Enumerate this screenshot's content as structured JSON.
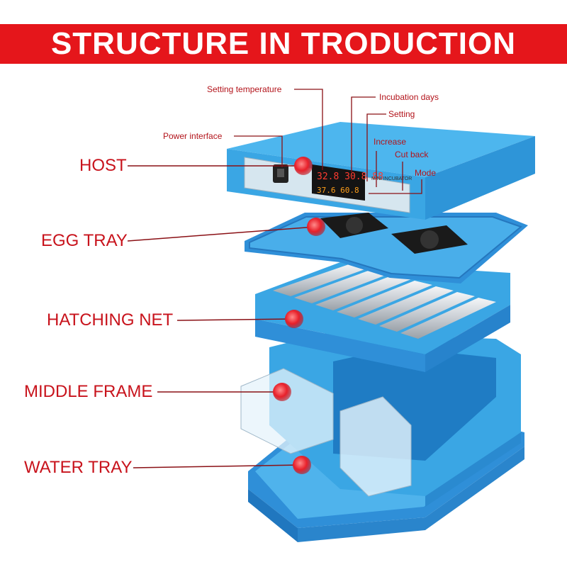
{
  "title": "STRUCTURE IN TRODUCTION",
  "components": [
    {
      "label": "HOST"
    },
    {
      "label": "EGG TRAY"
    },
    {
      "label": "HATCHING NET"
    },
    {
      "label": "MIDDLE FRAME"
    },
    {
      "label": "WATER TRAY"
    }
  ],
  "callouts": [
    {
      "label": "Setting temperature"
    },
    {
      "label": "Incubation days"
    },
    {
      "label": "Setting"
    },
    {
      "label": "Power interface"
    },
    {
      "label": "Increase"
    },
    {
      "label": "Cut back"
    },
    {
      "label": "Mode"
    }
  ],
  "display": {
    "row1": "32.8 30.8 88",
    "row2": "37.6 60.8",
    "panel_title": "MINI INCUBATOR"
  },
  "colors": {
    "accent": "#e5161b",
    "label": "#c8131c",
    "body_blue": "#3ba9e6",
    "tray_blue": "#2f8fd8",
    "screen": "#141414",
    "marker": "#e8202a"
  }
}
